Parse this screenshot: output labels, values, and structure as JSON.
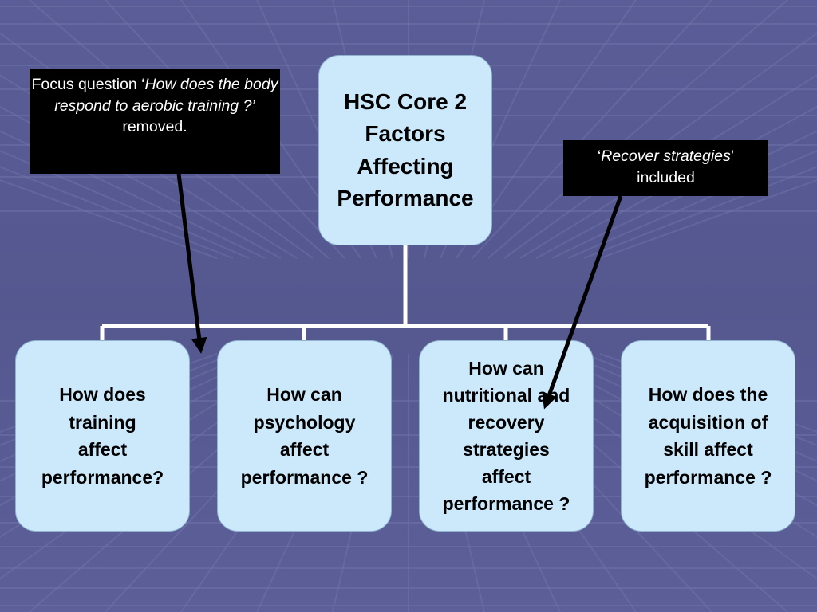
{
  "colors": {
    "background": "#5a5c96",
    "box_fill": "#cce9fb",
    "connector": "#ffffff",
    "note_fill": "#000000",
    "arrow": "#000000"
  },
  "diagram": {
    "root": {
      "label": "HSC Core 2\nFactors\nAffecting\nPerformance"
    },
    "children": [
      {
        "label": "How does\ntraining\naffect\nperformance?"
      },
      {
        "label": "How can\npsychology\naffect\nperformance ?"
      },
      {
        "label": "How can\nnutritional and\nrecovery\nstrategies\naffect\nperformance ?"
      },
      {
        "label": "How does the\nacquisition of\nskill affect\nperformance ?"
      }
    ]
  },
  "notes": {
    "left": {
      "prefix": "Focus question ‘",
      "italic": "How does the body respond to aerobic training ?’",
      "suffix": "removed."
    },
    "right": {
      "open_quote": "‘",
      "italic": "Recover strategies",
      "close_quote": "’",
      "suffix": "included"
    }
  }
}
